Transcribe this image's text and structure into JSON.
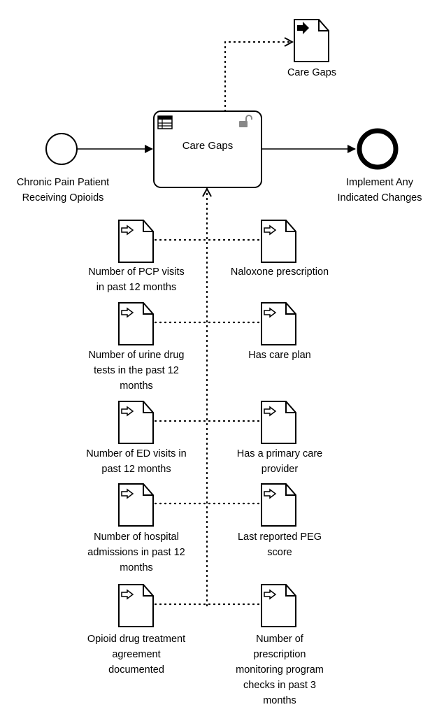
{
  "start_event": {
    "label": "Chronic Pain Patient\nReceiving Opioids"
  },
  "task": {
    "label": "Care Gaps",
    "type_icon": "table-icon",
    "marker_icon": "unlocked-padlock-icon"
  },
  "end_event": {
    "label": "Implement Any\nIndicated Changes"
  },
  "output": {
    "label": "Care Gaps",
    "icon": "output-data-object-icon"
  },
  "inputs_left": [
    {
      "label": "Number of PCP visits\nin past 12 months"
    },
    {
      "label": "Number of urine drug\ntests in the past 12\nmonths"
    },
    {
      "label": "Number of ED visits in\npast 12 months"
    },
    {
      "label": "Number of hospital\nadmissions in past 12\nmonths"
    },
    {
      "label": "Opioid drug treatment\nagreement\ndocumented"
    }
  ],
  "inputs_right": [
    {
      "label": "Naloxone prescription"
    },
    {
      "label": "Has care plan"
    },
    {
      "label": "Has a primary care\nprovider"
    },
    {
      "label": "Last reported PEG\nscore"
    },
    {
      "label": "Number of\nprescription\nmonitoring program\nchecks in past 3\nmonths"
    }
  ]
}
